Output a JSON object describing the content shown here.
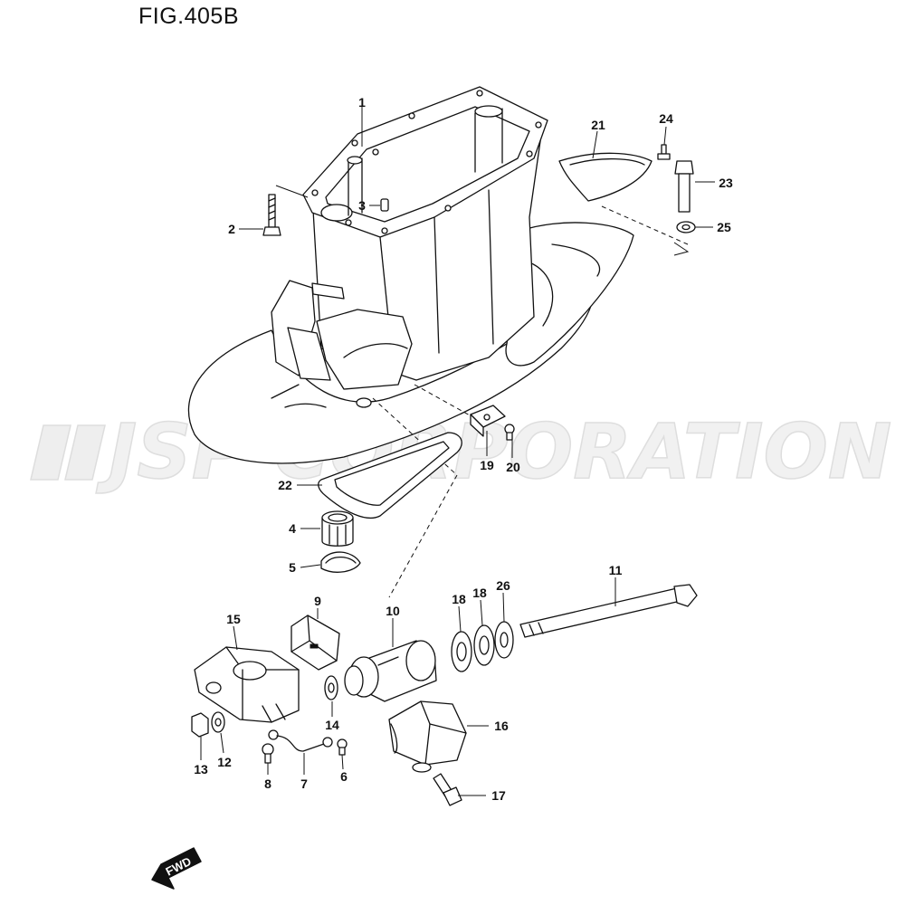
{
  "figure": {
    "title": "FIG.405B"
  },
  "watermark": {
    "text": "JSP CORPORATION"
  },
  "direction": {
    "label": "FWD"
  },
  "callouts": {
    "p1": "1",
    "p2": "2",
    "p3": "3",
    "p4": "4",
    "p5": "5",
    "p6": "6",
    "p7": "7",
    "p8": "8",
    "p9": "9",
    "p10": "10",
    "p11": "11",
    "p12": "12",
    "p13": "13",
    "p14": "14",
    "p15": "15",
    "p16": "16",
    "p17": "17",
    "p18a": "18",
    "p18b": "18",
    "p19": "19",
    "p20": "20",
    "p21": "21",
    "p22": "22",
    "p23": "23",
    "p24": "24",
    "p25": "25",
    "p26": "26"
  }
}
